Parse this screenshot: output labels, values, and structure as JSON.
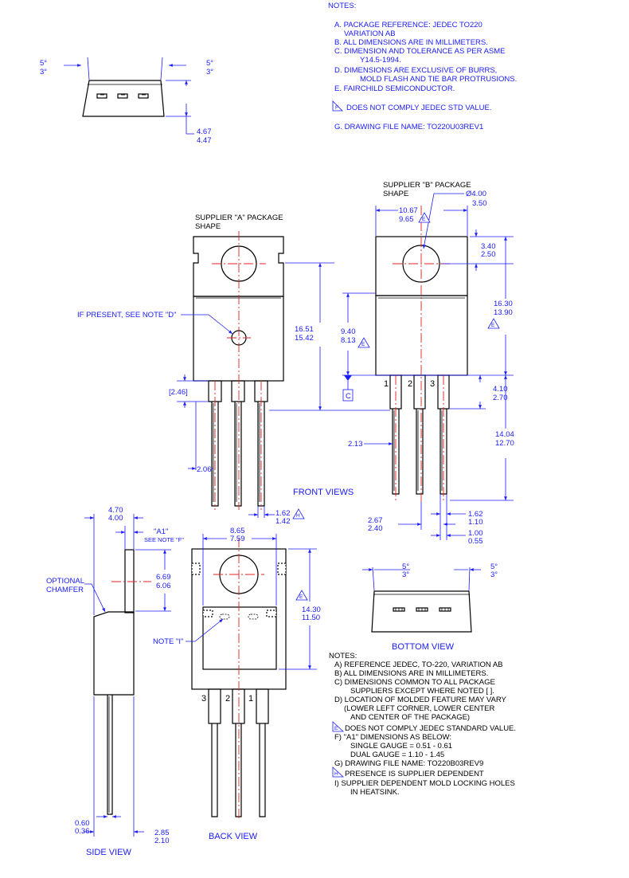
{
  "top_notes": {
    "heading": "NOTES:",
    "a": "A. PACKAGE REFERENCE: JEDEC TO220",
    "a2": "VARIATION AB",
    "b": "B. ALL DIMENSIONS ARE IN MILLIMETERS.",
    "c": "C. DIMENSION AND TOLERANCE AS PER ASME",
    "c2": "Y14.5-1994.",
    "d": "D. DIMENSIONS ARE EXCLUSIVE OF BURRS,",
    "d2": "MOLD FLASH AND TIE BAR PROTRUSIONS.",
    "e": "E. FAIRCHILD SEMICONDUCTOR.",
    "f_letter": "F",
    "f": "DOES NOT COMPLY JEDEC STD VALUE.",
    "g": "G. DRAWING FILE NAME: TO220U03REV1"
  },
  "top_view": {
    "angle_left_a": "5°",
    "angle_left_b": "3°",
    "angle_right_a": "5°",
    "angle_right_b": "3°",
    "height_a": "4.67",
    "height_b": "4.47"
  },
  "front_a": {
    "title1": "SUPPLIER \"A\" PACKAGE",
    "title2": "SHAPE",
    "note_d": "IF PRESENT, SEE NOTE \"D\"",
    "dim_246": "[2.46]",
    "dim_206": "2.06",
    "dim_1651": "16.51",
    "dim_1542": "15.42",
    "dim_162": "1.62",
    "dim_142": "1.42",
    "tri_h": "H"
  },
  "front_b": {
    "title1": "SUPPLIER \"B\" PACKAGE",
    "title2": "SHAPE",
    "dia_a": "Ø4.00",
    "dia_b": "3.50",
    "w_a": "10.67",
    "w_b": "9.65",
    "tri_e": "E",
    "d340": "3.40",
    "d250": "2.50",
    "d1630": "16.30",
    "d1390": "13.90",
    "d940": "9.40",
    "d813": "8.13",
    "datum_c": "C",
    "d410": "4.10",
    "d270": "2.70",
    "d1404": "14.04",
    "d1270": "12.70",
    "d213": "2.13",
    "d267": "2.67",
    "d240": "2.40",
    "d162": "1.62",
    "d110": "1.10",
    "d100": "1.00",
    "d055": "0.55",
    "pin1": "1",
    "pin2": "2",
    "pin3": "3"
  },
  "front_views_label": "FRONT VIEWS",
  "side_view": {
    "d470": "4.70",
    "d400": "4.00",
    "a1": "\"A1\"",
    "a1_note": "SEE NOTE \"F\"",
    "d669": "6.69",
    "d606": "6.06",
    "chamfer1": "OPTIONAL",
    "chamfer2": "CHAMFER",
    "d060": "0.60",
    "d036": "0.36",
    "d285": "2.85",
    "d210": "2.10",
    "label": "SIDE VIEW"
  },
  "back_view": {
    "d865": "8.65",
    "d759": "7.59",
    "d1430": "14.30",
    "d1150": "11.50",
    "note_i": "NOTE \"I\"",
    "pin3": "3",
    "pin2": "2",
    "pin1": "1",
    "label": "BACK VIEW"
  },
  "bottom_view": {
    "angle_left_a": "5°",
    "angle_left_b": "3°",
    "angle_right_a": "5°",
    "angle_right_b": "3°",
    "label": "BOTTOM VIEW"
  },
  "bottom_notes": {
    "heading": "NOTES:",
    "a": "A) REFERENCE JEDEC, TO-220, VARIATION AB",
    "b": "B) ALL DIMENSIONS ARE IN MILLIMETERS.",
    "c": "C) DIMENSIONS COMMON TO ALL PACKAGE",
    "c2": "SUPPLIERS EXCEPT WHERE NOTED [  ].",
    "d": "D) LOCATION OF MOLDED FEATURE MAY VARY",
    "d2": "(LOWER LEFT CORNER, LOWER CENTER",
    "d3": "AND CENTER OF THE PACKAGE)",
    "e_letter": "E",
    "e": "DOES NOT COMPLY JEDEC STANDARD VALUE.",
    "f": "F) \"A1\" DIMENSIONS AS BELOW:",
    "f2": "SINGLE GAUGE = 0.51 - 0.61",
    "f3": "DUAL GAUGE     = 1.10 - 1.45",
    "g": "G) DRAWING FILE NAME: TO220B03REV9",
    "h_letter": "H",
    "h": "PRESENCE IS SUPPLIER DEPENDENT",
    "i": "I)  SUPPLIER DEPENDENT MOLD LOCKING HOLES",
    "i2": "IN HEATSINK."
  },
  "colors": {
    "dimension": "#1a1aff",
    "centerline": "#e02020",
    "outline": "#000000"
  }
}
